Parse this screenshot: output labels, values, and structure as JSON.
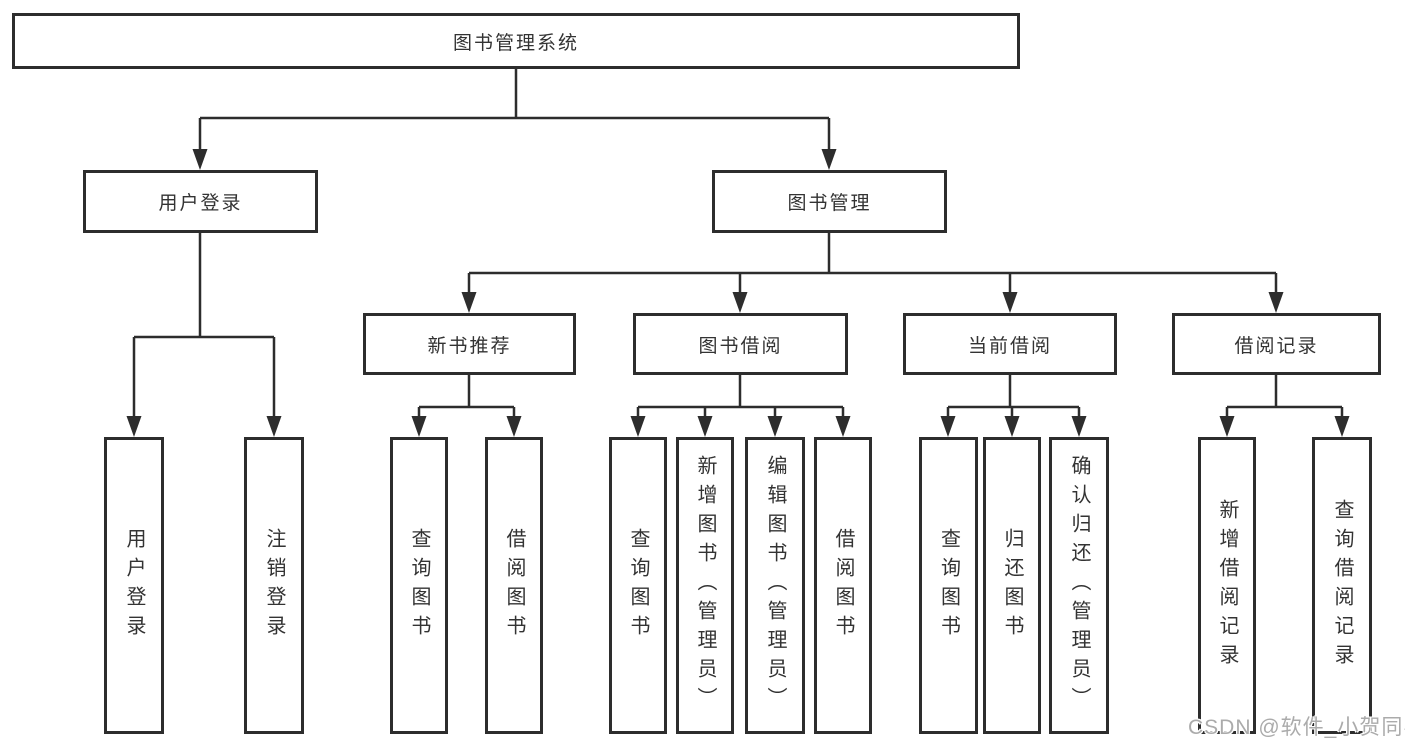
{
  "diagram": {
    "root": {
      "id": "library-management-system",
      "label": "图书管理系统"
    },
    "level2": [
      {
        "id": "user-login",
        "label": "用户登录",
        "parent": "library-management-system"
      },
      {
        "id": "book-management",
        "label": "图书管理",
        "parent": "library-management-system"
      }
    ],
    "level3": [
      {
        "id": "new-book-recommend",
        "label": "新书推荐",
        "parent": "book-management"
      },
      {
        "id": "book-borrowing",
        "label": "图书借阅",
        "parent": "book-management"
      },
      {
        "id": "current-borrowing",
        "label": "当前借阅",
        "parent": "book-management"
      },
      {
        "id": "borrowing-records",
        "label": "借阅记录",
        "parent": "book-management"
      }
    ],
    "leaves": [
      {
        "id": "user-login-action",
        "label": "用户登录",
        "parent": "user-login"
      },
      {
        "id": "logout-action",
        "label": "注销登录",
        "parent": "user-login"
      },
      {
        "id": "query-books-recommend",
        "label": "查询图书",
        "parent": "new-book-recommend"
      },
      {
        "id": "borrow-books-recommend",
        "label": "借阅图书",
        "parent": "new-book-recommend"
      },
      {
        "id": "query-books-borrowing",
        "label": "查询图书",
        "parent": "book-borrowing"
      },
      {
        "id": "add-books-admin",
        "label": "新增图书（管理员）",
        "parent": "book-borrowing"
      },
      {
        "id": "edit-books-admin",
        "label": "编辑图书（管理员）",
        "parent": "book-borrowing"
      },
      {
        "id": "borrow-books-borrowing",
        "label": "借阅图书",
        "parent": "book-borrowing"
      },
      {
        "id": "query-books-current",
        "label": "查询图书",
        "parent": "current-borrowing"
      },
      {
        "id": "return-books",
        "label": "归还图书",
        "parent": "current-borrowing"
      },
      {
        "id": "confirm-return-admin",
        "label": "确认归还（管理员）",
        "parent": "current-borrowing"
      },
      {
        "id": "add-borrow-record",
        "label": "新增借阅记录",
        "parent": "borrowing-records"
      },
      {
        "id": "query-borrow-record",
        "label": "查询借阅记录",
        "parent": "borrowing-records"
      }
    ]
  },
  "watermark": {
    "text": "CSDN @软件_小贺同学"
  },
  "colors": {
    "background": "#ffffff",
    "line": "#2d2d2d",
    "box_border": "#2d2d2d",
    "text": "#333333",
    "watermark": "#ababab"
  }
}
